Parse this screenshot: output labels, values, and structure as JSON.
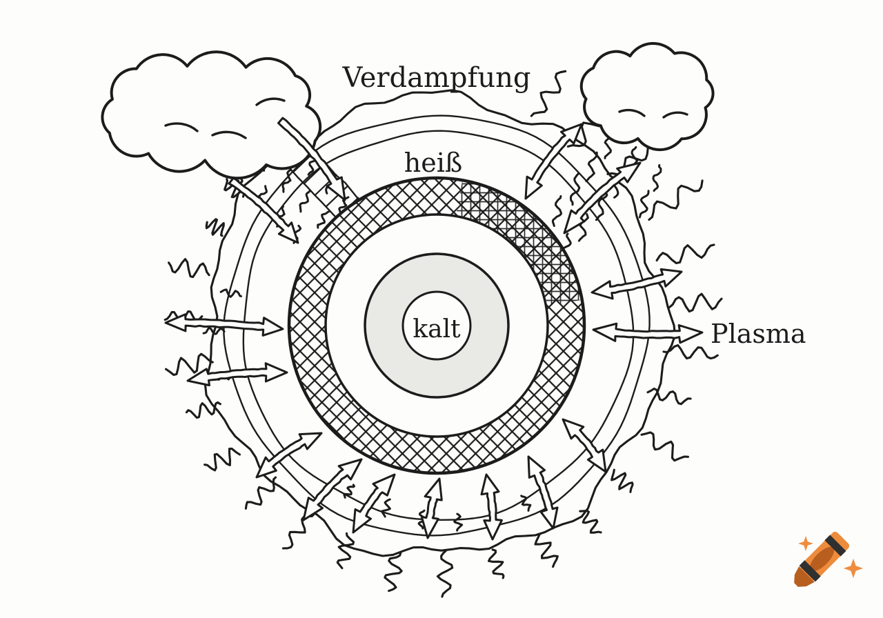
{
  "labels": {
    "evaporation": "Verdampfung",
    "outer_ring": "heiß",
    "core": "kalt",
    "side": "Plasma"
  },
  "colors": {
    "ink": "#1c1c1c",
    "paper": "#fdfdfc",
    "inner_ring_fill": "#e9e9e6",
    "crayon_body": "#ec8c3c",
    "crayon_tip": "#b85e1f",
    "crayon_stripe": "#303030",
    "sparkle": "#ef8d3f"
  },
  "icons": {
    "watermark": "crayon-logo",
    "decorations": "sparkle-icon"
  }
}
